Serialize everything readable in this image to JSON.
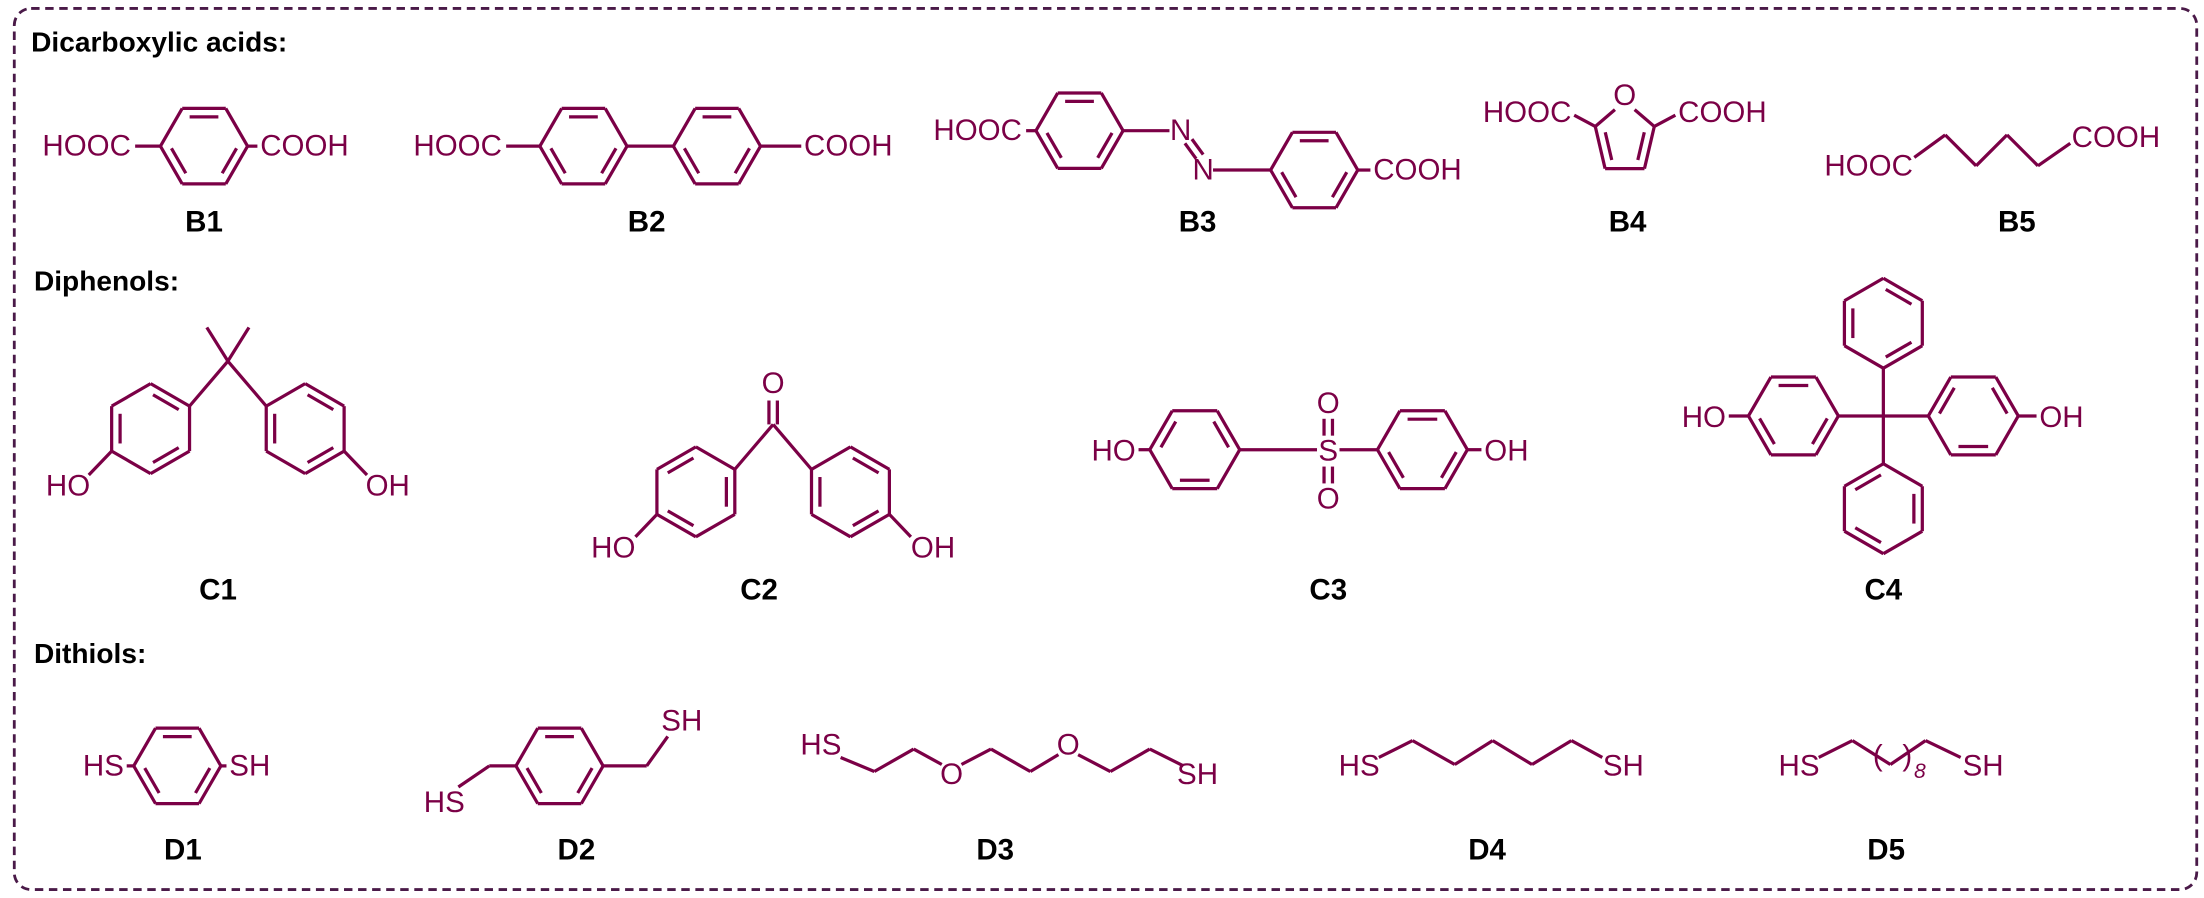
{
  "sections": {
    "dicarboxylic": "Dicarboxylic acids:",
    "diphenols": "Diphenols:",
    "dithiols": "Dithiols:"
  },
  "compounds": [
    {
      "label": "B1",
      "atoms": [
        "HOOC",
        "COOH"
      ]
    },
    {
      "label": "B2",
      "atoms": [
        "HOOC",
        "COOH"
      ]
    },
    {
      "label": "B3",
      "atoms": [
        "HOOC",
        "N",
        "N",
        "COOH"
      ]
    },
    {
      "label": "B4",
      "atoms": [
        "HOOC",
        "O",
        "COOH"
      ]
    },
    {
      "label": "B5",
      "atoms": [
        "HOOC",
        "COOH"
      ]
    },
    {
      "label": "C1",
      "atoms": [
        "HO",
        "OH"
      ]
    },
    {
      "label": "C2",
      "atoms": [
        "O",
        "HO",
        "OH"
      ]
    },
    {
      "label": "C3",
      "atoms": [
        "HO",
        "O",
        "S",
        "O",
        "OH"
      ]
    },
    {
      "label": "C4",
      "atoms": [
        "HO",
        "OH"
      ]
    },
    {
      "label": "D1",
      "atoms": [
        "HS",
        "SH"
      ]
    },
    {
      "label": "D2",
      "atoms": [
        "HS",
        "SH"
      ]
    },
    {
      "label": "D3",
      "atoms": [
        "HS",
        "O",
        "O",
        "SH"
      ]
    },
    {
      "label": "D4",
      "atoms": [
        "HS",
        "SH"
      ]
    },
    {
      "label": "D5",
      "atoms": [
        "HS",
        "(",
        ")",
        "8",
        "SH"
      ]
    }
  ],
  "colors": {
    "structure": "#7b0046",
    "border": "#4a1a48",
    "label": "#000000"
  }
}
